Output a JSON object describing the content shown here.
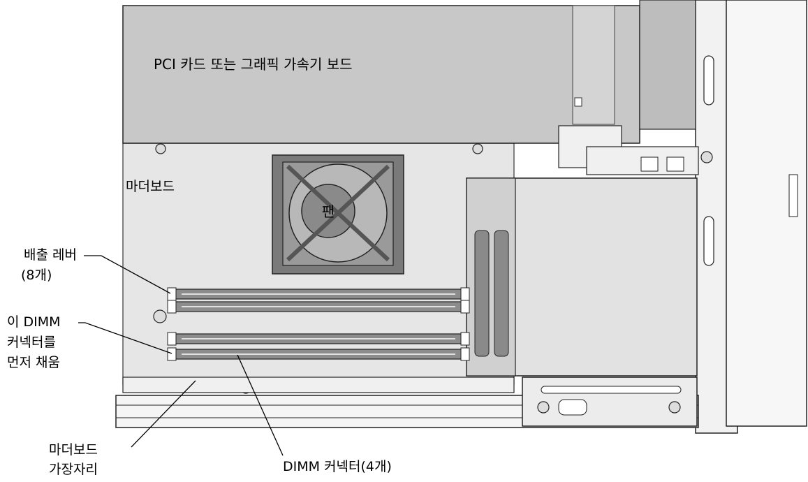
{
  "labels": {
    "pci_card": "PCI 카드 또는 그래픽 가속기 보드",
    "motherboard": "마더보드",
    "fan": "팬",
    "eject_lever_line1": "배출 레버",
    "eject_lever_line2": "(8개)",
    "fill_first_line1": "이 DIMM",
    "fill_first_line2": "커넥터를",
    "fill_first_line3": "먼저 채움",
    "motherboard_edge_line1": "마더보드",
    "motherboard_edge_line2": "가장자리",
    "dimm_connectors": "DIMM 커넥터(4개)"
  },
  "colors": {
    "board": "#e6e6e6",
    "pci_card": "#c8c8c8",
    "dimm": "#8c8c8c",
    "fan_body": "#7a7a7a",
    "line": "#000000"
  }
}
